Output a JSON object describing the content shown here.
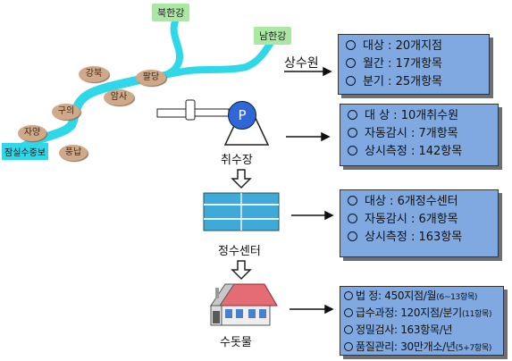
{
  "rivers": {
    "north": "북한강",
    "south": "남한강"
  },
  "places": {
    "gangbuk": "강북",
    "paldang": "팔당",
    "amsa": "암사",
    "guui": "구의",
    "jayang": "자양",
    "pungnap": "풍납",
    "dam": "잠실수중보"
  },
  "source": {
    "label": "상수원",
    "rows": [
      "대상 : 20개지점",
      "월간 : 17개항목",
      "분기 : 25개항목"
    ]
  },
  "intake": {
    "label": "취수장",
    "pump_symbol": "P",
    "rows": [
      "대    상 : 10개취수원",
      "자동감시 : 7개항목",
      "상시측정 : 142항목"
    ]
  },
  "plant": {
    "label": "정수센터",
    "rows": [
      "대상 : 6개정수센터",
      "자동감시 : 6개항목",
      "상시측정 : 163항목"
    ]
  },
  "tap": {
    "label": "수돗물",
    "rows": [
      {
        "main": "법 정: 450지점/월",
        "sub": "(6~13항목)"
      },
      {
        "main": "급수과정: 120지점/분기",
        "sub": "(11항목)"
      },
      {
        "main": "정밀검사: 163항목/년",
        "sub": ""
      },
      {
        "main": "품질관리: 30만개소/년",
        "sub": "(5+7항목)"
      }
    ]
  },
  "colors": {
    "river": "#2fd8e8",
    "box": "#7fa9e0",
    "pill": "#cfa98a",
    "river_tag": "#a9e7a3",
    "plant_panel": "#3fa9d8",
    "roof": "#e56b74"
  }
}
